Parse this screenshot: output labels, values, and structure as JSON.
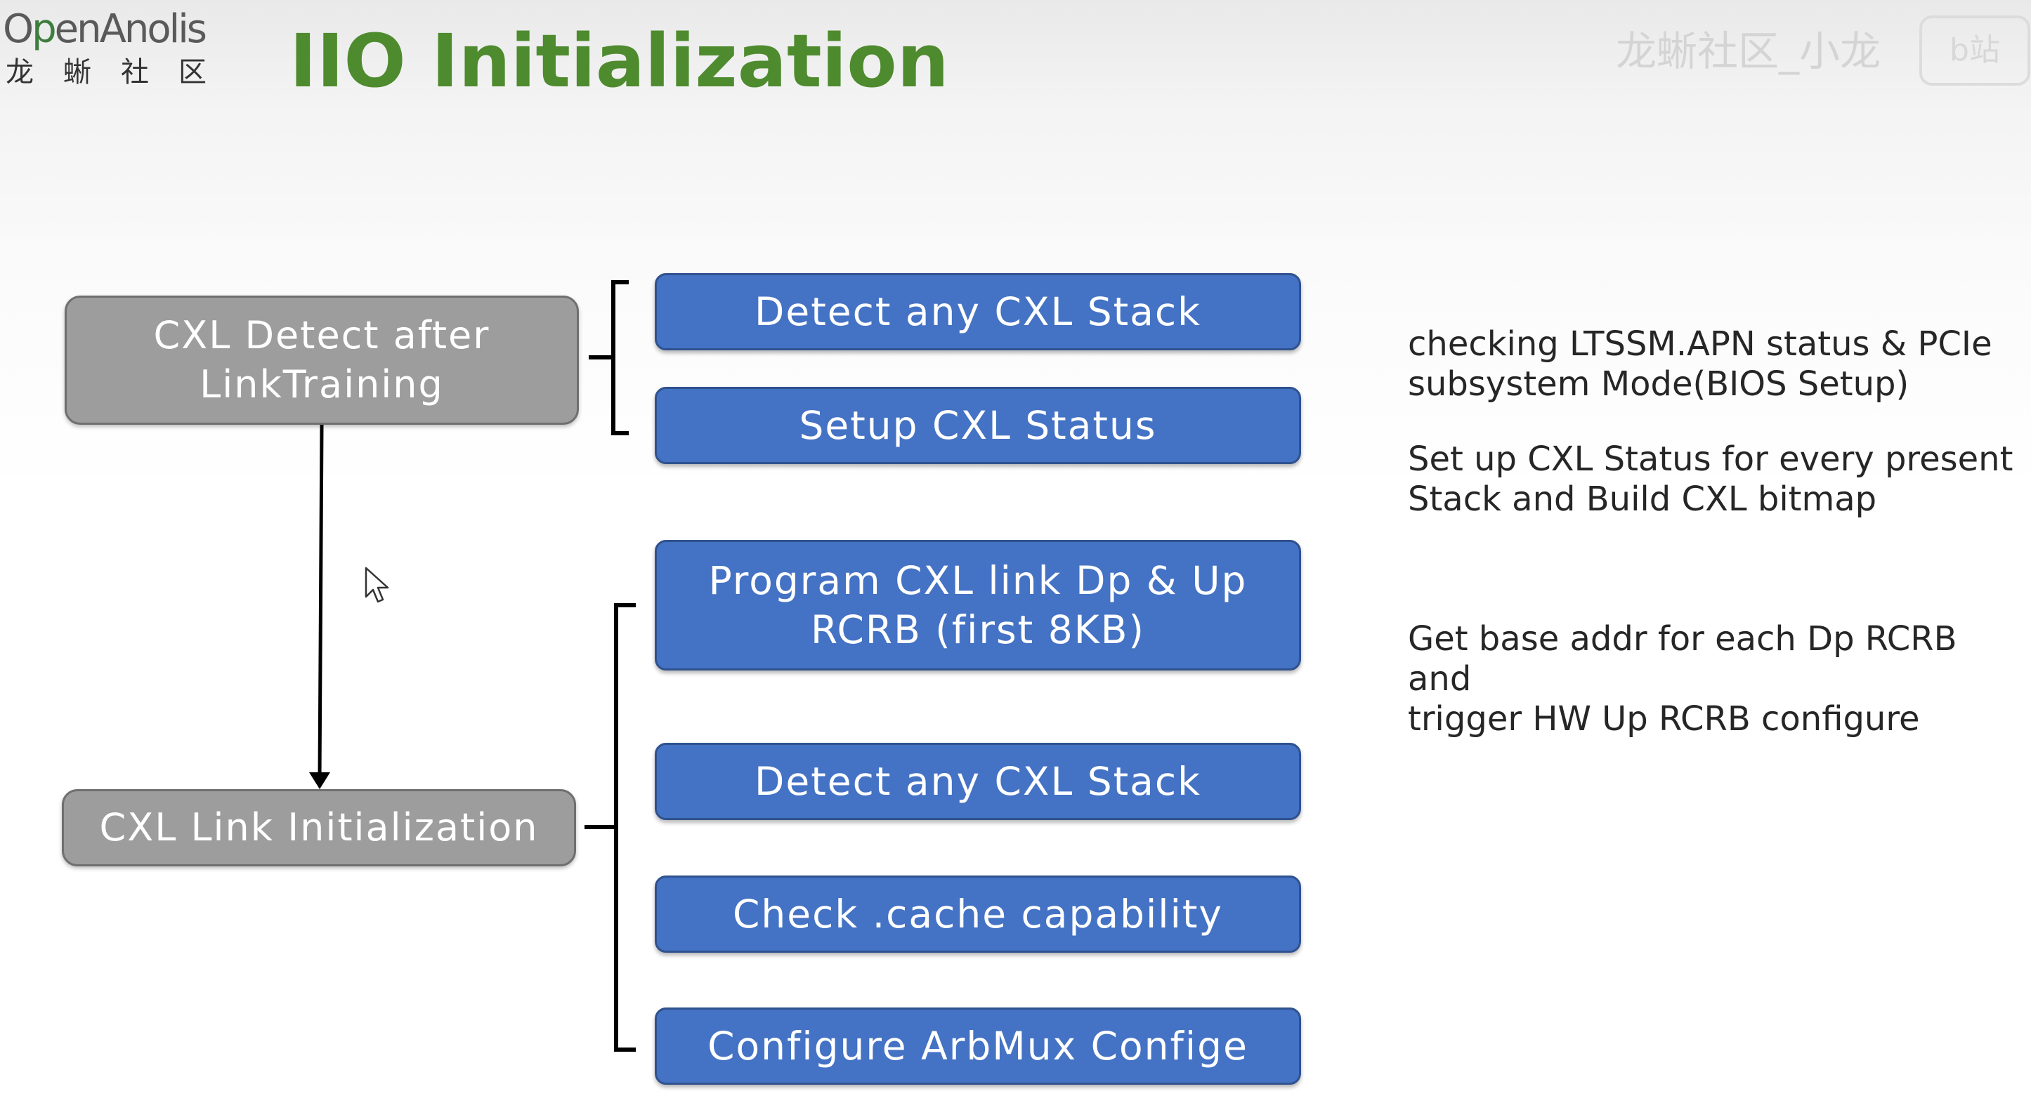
{
  "header": {
    "logo_prefix": "O",
    "logo_green": "p",
    "logo_rest": "enAnolis",
    "logo_sub": "龙蜥社区",
    "title": "IIO Initialization",
    "watermark": "龙蜥社区_小龙",
    "watermark_badge": "b站"
  },
  "diagram": {
    "phases": [
      {
        "label": "CXL Detect after\nLinkTraining"
      },
      {
        "label": "CXL Link Initialization"
      }
    ],
    "steps": [
      {
        "label": "Detect any CXL Stack"
      },
      {
        "label": "Setup CXL Status"
      },
      {
        "label": "Program CXL link Dp & Up\nRCRB (first 8KB)"
      },
      {
        "label": "Detect any CXL Stack"
      },
      {
        "label": "Check .cache capability"
      },
      {
        "label": "Configure ArbMux Confige"
      }
    ],
    "notes": [
      {
        "text": "checking LTSSM.APN status & PCIe\nsubsystem Mode(BIOS Setup)"
      },
      {
        "text": "Set up CXL Status for every present\nStack and Build CXL bitmap"
      },
      {
        "text": "Get base addr for each Dp RCRB and\ntrigger HW Up RCRB configure"
      }
    ]
  },
  "colors": {
    "title_green": "#4e8a2e",
    "step_blue": "#4472c4",
    "phase_gray": "#9d9d9d"
  }
}
